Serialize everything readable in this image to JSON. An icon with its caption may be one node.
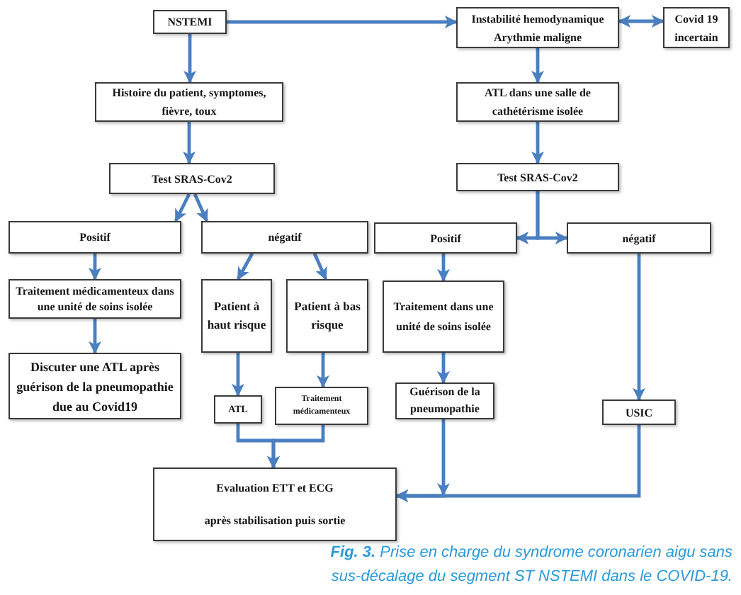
{
  "diagram": {
    "caption": "**Fig. 3.** Prise en charge du syndrome coronarien aigu sans sus-décalage du segment ST NSTEMI dans le COVID-19.",
    "nodes": [
      {
        "text": [
          "NSTEMI"
        ]
      },
      {
        "text": [
          "Histoire du patient, symptomes, fièvre, toux"
        ]
      },
      {
        "text": [
          "Test SRAS-Cov2"
        ]
      },
      {
        "text": [
          "Positif"
        ]
      },
      {
        "text": [
          "négatif"
        ]
      },
      {
        "text": [
          "Traitement médicamenteux dans une unité de soins isolée"
        ]
      },
      {
        "text": [
          "Patient à haut risque"
        ]
      },
      {
        "text": [
          "Patient à bas risque"
        ]
      },
      {
        "text": [
          "Discuter une ATL après guérison de la pneumopathie due au Covid19"
        ]
      },
      {
        "text": [
          "ATL"
        ]
      },
      {
        "text": [
          "Traitement médicamenteux"
        ]
      },
      {
        "text": [
          "Evaluation ETT et ECG",
          "après stabilisation puis sortie"
        ]
      },
      {
        "text": [
          "Instabilité hemodynamique Arythmie maligne"
        ]
      },
      {
        "text": [
          "Covid 19 incertain"
        ]
      },
      {
        "text": [
          "ATL dans une salle de cathétérisme isolée"
        ]
      },
      {
        "text": [
          "Test SRAS-Cov2"
        ]
      },
      {
        "text": [
          "Positif"
        ]
      },
      {
        "text": [
          "négatif"
        ]
      },
      {
        "text": [
          "Traitement dans une unité de soins isolée"
        ]
      },
      {
        "text": [
          "Guérison de la pneumopathie"
        ]
      },
      {
        "text": [
          "USIC"
        ]
      }
    ],
    "edges": [
      {
        "from": 0,
        "to": 1,
        "arrow": "to"
      },
      {
        "from": 0,
        "to": 12,
        "arrow": "to"
      },
      {
        "from": 12,
        "to": 13,
        "arrow": "both"
      },
      {
        "from": 1,
        "to": 2,
        "arrow": "to"
      },
      {
        "from": 12,
        "to": 14,
        "arrow": "to"
      },
      {
        "from": 14,
        "to": 15,
        "arrow": "to"
      },
      {
        "from": 2,
        "to": 3,
        "arrow": "to"
      },
      {
        "from": 2,
        "to": 4,
        "arrow": "to"
      },
      {
        "from": 15,
        "to": 16,
        "arrow": "to"
      },
      {
        "from": 15,
        "to": 17,
        "arrow": "to"
      },
      {
        "from": 3,
        "to": 5,
        "arrow": "to"
      },
      {
        "from": 4,
        "to": 6,
        "arrow": "to"
      },
      {
        "from": 4,
        "to": 7,
        "arrow": "to"
      },
      {
        "from": 16,
        "to": 18,
        "arrow": "to"
      },
      {
        "from": 17,
        "to": 20,
        "arrow": "to"
      },
      {
        "from": 5,
        "to": 8,
        "arrow": "to"
      },
      {
        "from": 6,
        "to": 9,
        "arrow": "to"
      },
      {
        "from": 7,
        "to": 10,
        "arrow": "to"
      },
      {
        "from": 18,
        "to": 19,
        "arrow": "to"
      },
      {
        "from": 9,
        "to": 11,
        "arrow": "to"
      },
      {
        "from": 10,
        "to": 11,
        "arrow": "to"
      },
      {
        "from": 19,
        "to": 11,
        "arrow": "to"
      },
      {
        "from": 20,
        "to": 11,
        "arrow": "to"
      }
    ]
  }
}
